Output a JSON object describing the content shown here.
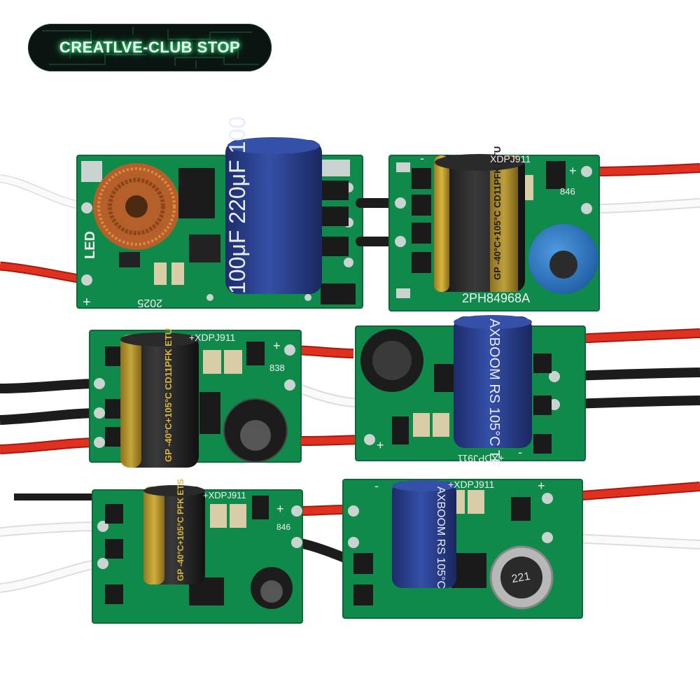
{
  "badge": {
    "text": "CREATLVE-CLUB STOP"
  },
  "boards": [
    {
      "id": "board-1",
      "labels": {
        "cap": "100μF 220μF 100",
        "led": "LED",
        "plus": "+",
        "year": "2025"
      }
    },
    {
      "id": "board-2",
      "labels": {
        "model": "XDPJ911",
        "serial": "2PH84968A",
        "cap": "GP -40°C+105°C CD11PFK ETU",
        "code": "846",
        "plus": "+",
        "minus": "-"
      }
    },
    {
      "id": "board-3",
      "labels": {
        "model": "+XDPJ911",
        "code": "838",
        "cap": "GP -40°C+105°C CD11PFK ETU",
        "plus": "+"
      }
    },
    {
      "id": "board-4",
      "labels": {
        "model": "+XDPJ911",
        "cap": "AXBOOM RS 105°C TF",
        "plus": "+",
        "minus": "-"
      }
    },
    {
      "id": "board-5",
      "labels": {
        "model": "+XDPJ911",
        "code": "846",
        "cap": "GP -40°C+105°C PFK ETS",
        "plus": "+"
      }
    },
    {
      "id": "board-6",
      "labels": {
        "model": "+XDPJ911",
        "cap": "AXBOOM RS 105°C",
        "inductor": "221",
        "plus": "+",
        "minus": "-"
      }
    }
  ],
  "colors": {
    "pcb": "#0f8a4a",
    "pcb_dark": "#0a6b37",
    "wire_red": "#d8281c",
    "wire_black": "#1c1c1c",
    "wire_white": "#f2f2f2",
    "cap_blue": "#2a3f8f",
    "cap_black": "#1b1b1b",
    "copper": "#b5602a"
  }
}
